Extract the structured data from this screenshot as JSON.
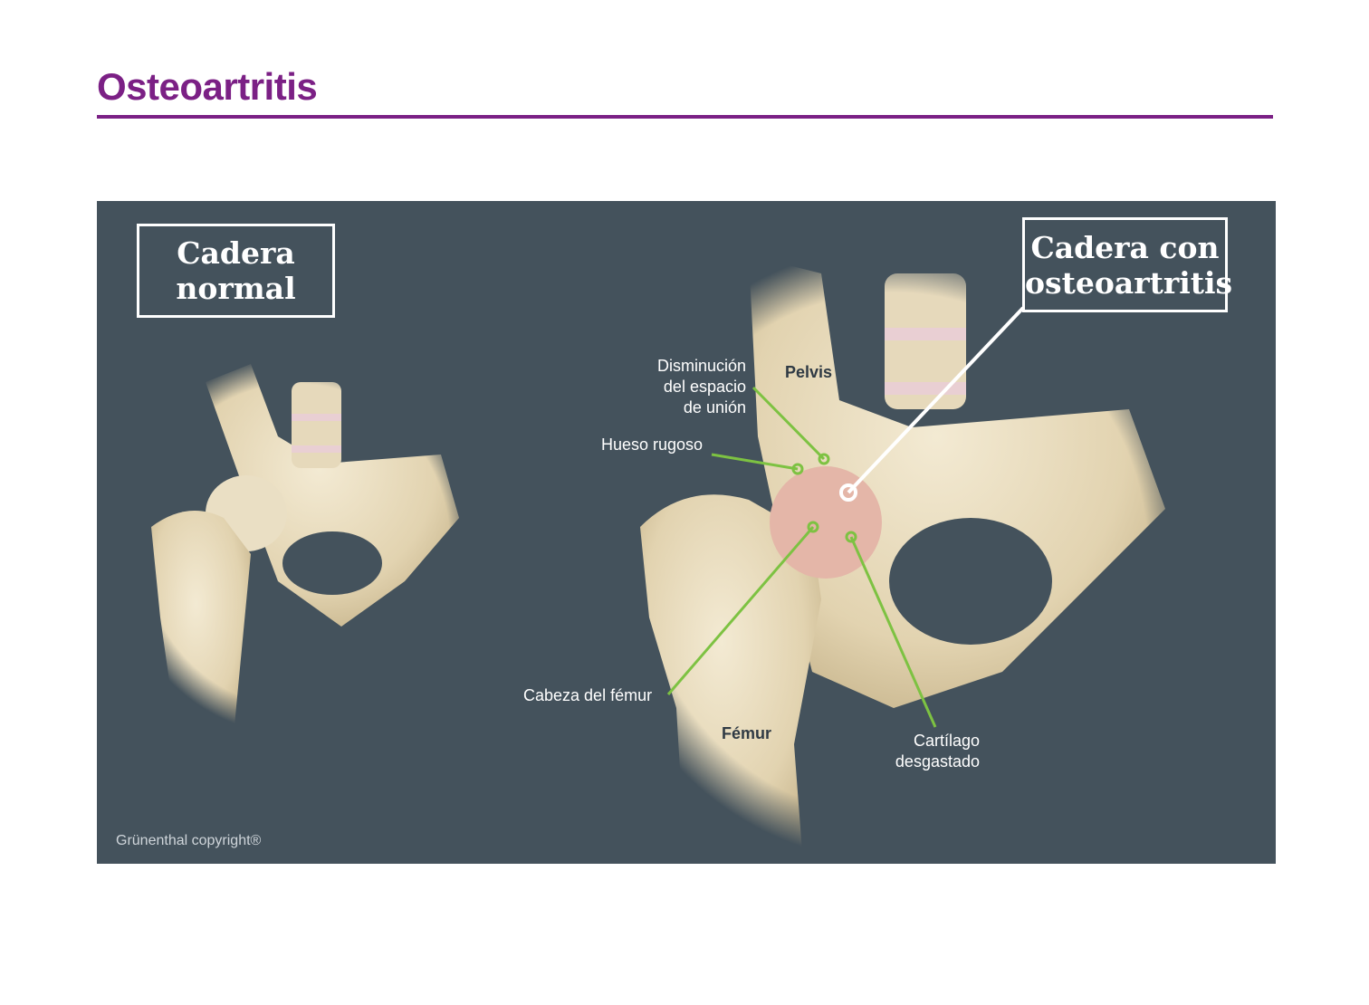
{
  "header": {
    "title": "Osteoartritis"
  },
  "colors": {
    "brand": "#7b2085",
    "panel": "#44525c",
    "leader_line": "#7dc242",
    "bone": "#e6d9bb"
  },
  "panels": {
    "normal": {
      "title_line1": "Cadera",
      "title_line2": "normal"
    },
    "osteoarthritis": {
      "title_line1": "Cadera con",
      "title_line2": "osteoartritis"
    }
  },
  "labels": {
    "pelvis": "Pelvis",
    "femur": "Fémur",
    "joint_space": [
      "Disminución",
      "del espacio",
      "de unión"
    ],
    "rough_bone": "Hueso rugoso",
    "femoral_head": "Cabeza del fémur",
    "worn_cartilage": [
      "Cartílago",
      "desgastado"
    ]
  },
  "copyright": "Grünenthal copyright®"
}
